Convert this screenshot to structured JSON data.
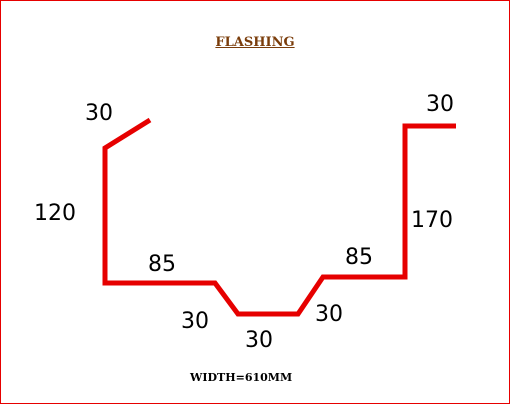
{
  "title": "FLASHING",
  "footer": "WIDTH=610MM",
  "profile_color": "#e60000",
  "dimensions": {
    "top_left_lip": "30",
    "left_wall": "120",
    "left_floor": "85",
    "left_slope": "30",
    "bottom": "30",
    "right_slope": "30",
    "right_floor": "85",
    "right_wall": "170",
    "top_right_lip": "30"
  }
}
